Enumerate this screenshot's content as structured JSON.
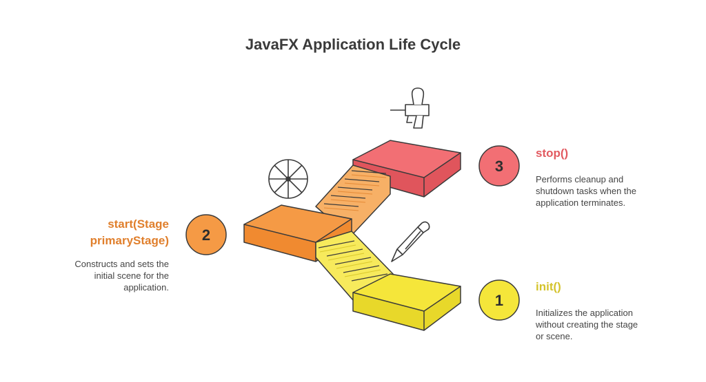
{
  "title": "JavaFX Application Life Cycle",
  "colors": {
    "yellow": "#f5e63a",
    "orange": "#f59a45",
    "red": "#f26f74",
    "outline": "#3a3a3a",
    "yellow_text": "#d4c32b",
    "orange_text": "#e07f2c",
    "red_text": "#e25a60"
  },
  "steps": [
    {
      "number": "1",
      "name": "init()",
      "description": [
        "Initializes the application",
        "without creating the stage",
        "or scene."
      ],
      "icon": "pen-icon"
    },
    {
      "number": "2",
      "name": [
        "start(Stage",
        "primaryStage)"
      ],
      "description": [
        "Constructs and sets the",
        "initial scene for the",
        "application."
      ],
      "icon": "wheel-icon"
    },
    {
      "number": "3",
      "name": "stop()",
      "description": [
        "Performs cleanup and",
        "shutdown tasks when the",
        "application terminates."
      ],
      "icon": "glue-gun-icon"
    }
  ]
}
